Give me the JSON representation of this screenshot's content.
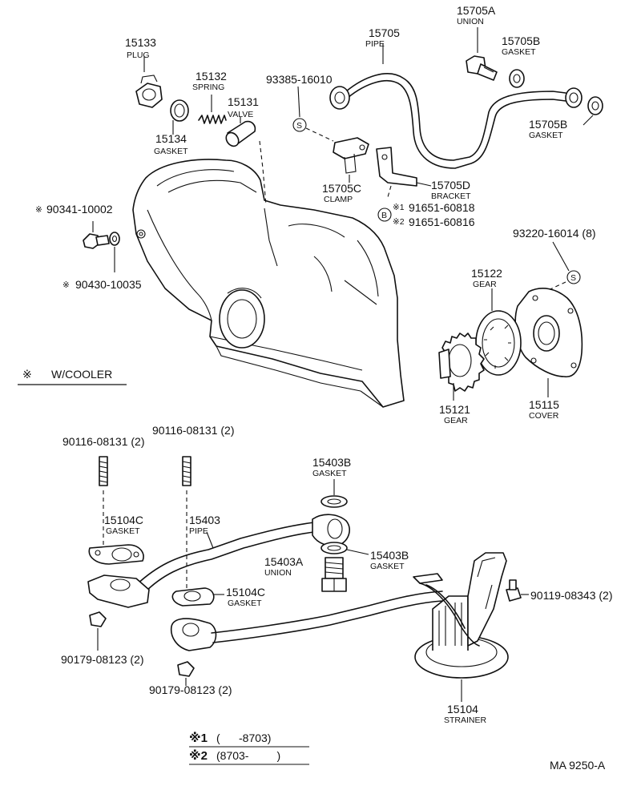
{
  "parts": {
    "p15133": {
      "number": "15133",
      "name": "PLUG"
    },
    "p15134": {
      "number": "15134",
      "name": "GASKET"
    },
    "p15132": {
      "number": "15132",
      "name": "SPRING"
    },
    "p15131": {
      "number": "15131",
      "name": "VALVE"
    },
    "p93385": {
      "number": "93385-16010"
    },
    "p15705": {
      "number": "15705",
      "name": "PIPE"
    },
    "p15705A": {
      "number": "15705A",
      "name": "UNION"
    },
    "p15705B_top": {
      "number": "15705B",
      "name": "GASKET"
    },
    "p15705B_right": {
      "number": "15705B",
      "name": "GASKET"
    },
    "p15705C": {
      "number": "15705C",
      "name": "CLAMP"
    },
    "p15705D": {
      "number": "15705D",
      "name": "BRACKET"
    },
    "p91651_1": {
      "mark": "※1",
      "number": "91651-60818"
    },
    "p91651_2": {
      "mark": "※2",
      "number": "91651-60816"
    },
    "p90341": {
      "mark": "※",
      "number": "90341-10002"
    },
    "p90430": {
      "mark": "※",
      "number": "90430-10035"
    },
    "p93220": {
      "number": "93220-16014 (8)"
    },
    "p15122": {
      "number": "15122",
      "name": "GEAR"
    },
    "p15121": {
      "number": "15121",
      "name": "GEAR"
    },
    "p15115": {
      "number": "15115",
      "name": "COVER"
    },
    "p90116_l": {
      "number": "90116-08131 (2)"
    },
    "p90116_r": {
      "number": "90116-08131 (2)"
    },
    "p15403B_top": {
      "number": "15403B",
      "name": "GASKET"
    },
    "p15403B_bot": {
      "number": "15403B",
      "name": "GASKET"
    },
    "p15403A": {
      "number": "15403A",
      "name": "UNION"
    },
    "p15104C_l": {
      "number": "15104C",
      "name": "GASKET"
    },
    "p15104C_r": {
      "number": "15104C",
      "name": "GASKET"
    },
    "p15403": {
      "number": "15403",
      "name": "PIPE"
    },
    "p90119": {
      "number": "90119-08343 (2)"
    },
    "p90179_l": {
      "number": "90179-08123 (2)"
    },
    "p90179_b": {
      "number": "90179-08123 (2)"
    },
    "p15104": {
      "number": "15104",
      "name": "STRAINER"
    }
  },
  "markers": {
    "s": "S",
    "b": "B"
  },
  "legend": {
    "cooler_mark": "※",
    "cooler_text": "W/COOLER",
    "note1_mark": "※1",
    "note1_text": "(      -8703)",
    "note2_mark": "※2",
    "note2_text": "(8703-         )"
  },
  "footer": {
    "code": "MA 9250-A"
  }
}
